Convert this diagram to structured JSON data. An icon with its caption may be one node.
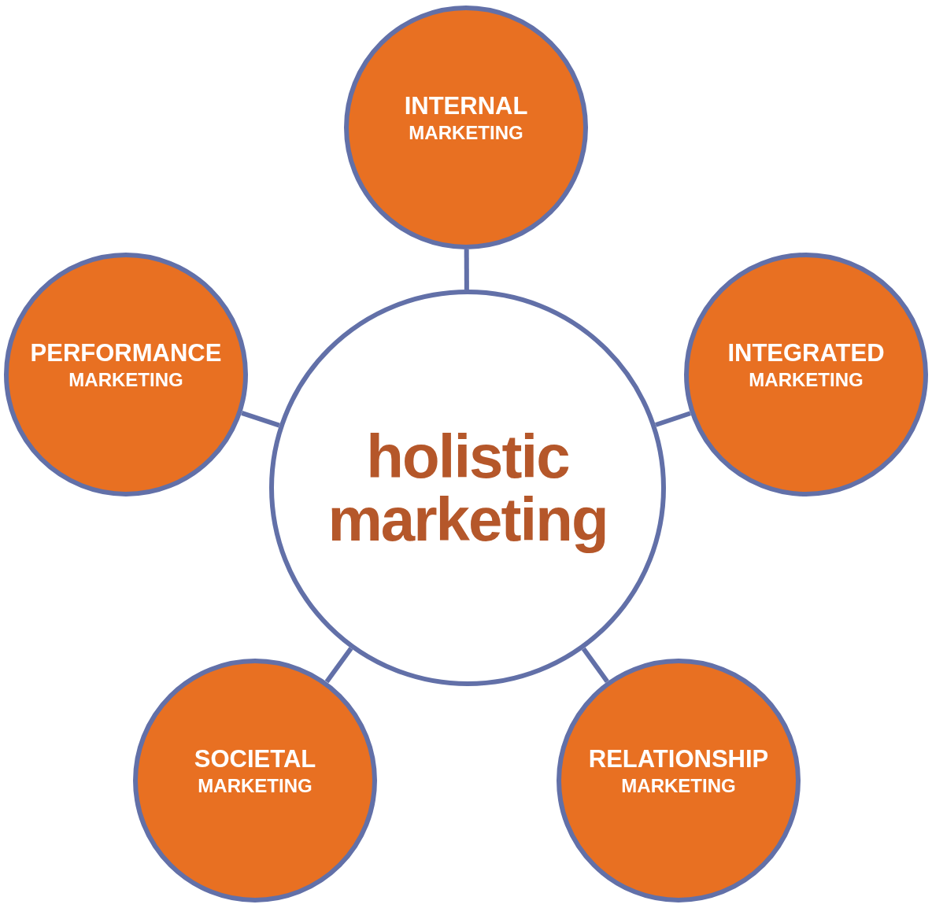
{
  "diagram": {
    "nodes": [
      {
        "text": [
          "INTERNAL",
          "MARKETING"
        ]
      },
      {
        "text": [
          "PERFORMANCE",
          "MARKETING"
        ]
      },
      {
        "text": [
          "INTEGRATED",
          "MARKETING"
        ]
      },
      {
        "text": [
          "holistic marketing"
        ]
      },
      {
        "text": [
          "SOCIETAL",
          "MARKETING"
        ]
      },
      {
        "text": [
          "RELATIONSHIP",
          "MARKETING"
        ]
      }
    ],
    "edges": [
      {
        "from": 3,
        "to": 0,
        "arrow": "none"
      },
      {
        "from": 3,
        "to": 1,
        "arrow": "none"
      },
      {
        "from": 3,
        "to": 2,
        "arrow": "none"
      },
      {
        "from": 3,
        "to": 4,
        "arrow": "none"
      },
      {
        "from": 3,
        "to": 5,
        "arrow": "none"
      }
    ]
  }
}
